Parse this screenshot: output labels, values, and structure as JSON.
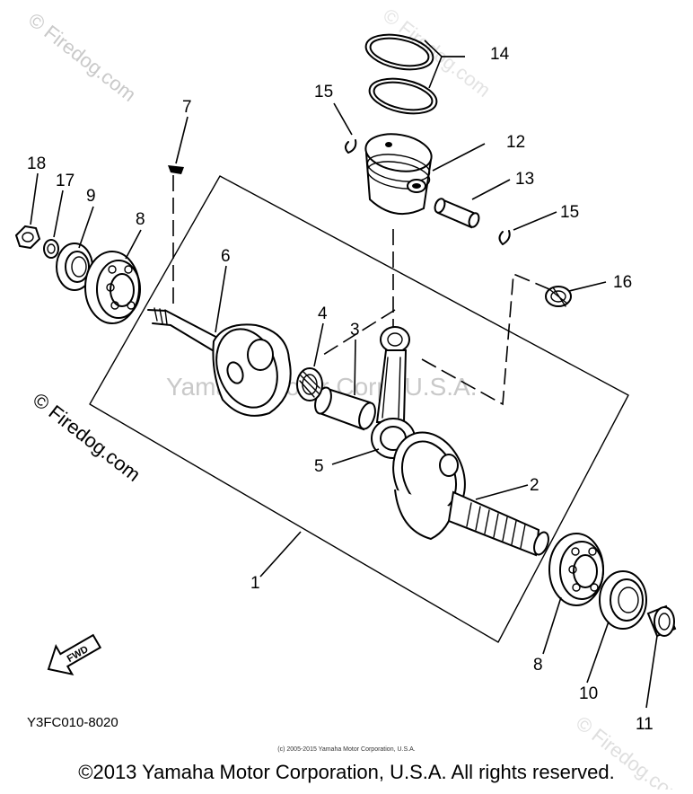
{
  "watermarks": {
    "top_left": "© Firedog.com",
    "middle_left": "© Firedog.com",
    "center": "Yamaha Motor Corp, U.S.A.",
    "bottom": "© Firedog.com"
  },
  "callouts": [
    {
      "id": "1",
      "label": "1"
    },
    {
      "id": "2",
      "label": "2"
    },
    {
      "id": "3",
      "label": "3"
    },
    {
      "id": "4",
      "label": "4"
    },
    {
      "id": "5",
      "label": "5"
    },
    {
      "id": "6",
      "label": "6"
    },
    {
      "id": "7",
      "label": "7"
    },
    {
      "id": "8a",
      "label": "8"
    },
    {
      "id": "8b",
      "label": "8"
    },
    {
      "id": "9",
      "label": "9"
    },
    {
      "id": "10",
      "label": "10"
    },
    {
      "id": "11",
      "label": "11"
    },
    {
      "id": "12",
      "label": "12"
    },
    {
      "id": "13",
      "label": "13"
    },
    {
      "id": "14",
      "label": "14"
    },
    {
      "id": "15a",
      "label": "15"
    },
    {
      "id": "15b",
      "label": "15"
    },
    {
      "id": "16",
      "label": "16"
    },
    {
      "id": "17",
      "label": "17"
    },
    {
      "id": "18",
      "label": "18"
    }
  ],
  "fwd_arrow": "FWD",
  "diagram_code": "Y3FC010-8020",
  "small_copyright": "(c) 2005-2015 Yamaha Motor Corporation, U.S.A.",
  "footer_copyright": "©2013 Yamaha Motor Corporation, U.S.A. All rights reserved."
}
